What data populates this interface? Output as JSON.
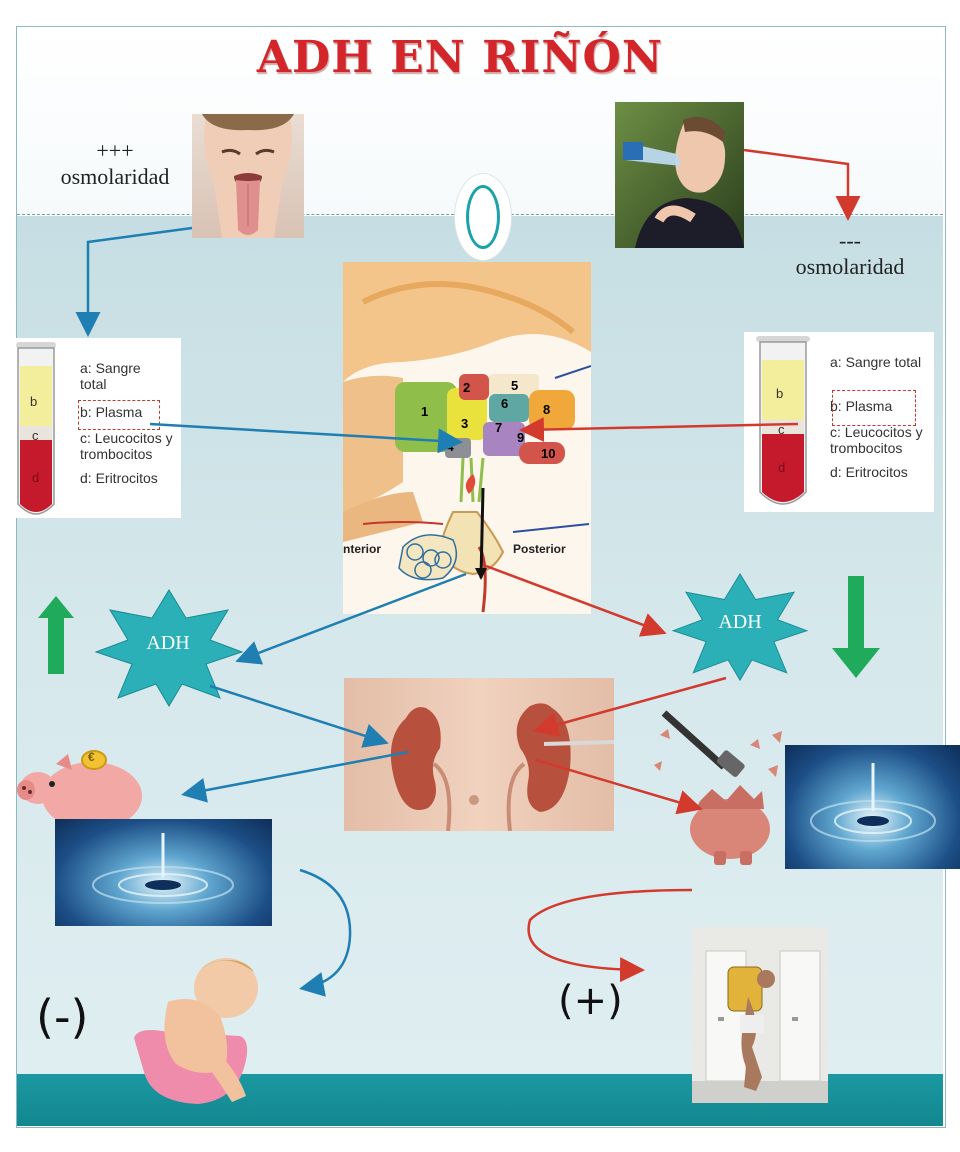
{
  "title": "ADH EN RIÑÓN",
  "left_top": {
    "level": "+++",
    "label": "osmolaridad"
  },
  "right_top": {
    "level": "---",
    "label": "osmolaridad"
  },
  "tube": {
    "items": [
      "a: Sangre total",
      "b: Plasma",
      "c: Leucocitos y trombocitos",
      "d: Eritrocitos"
    ],
    "layer_letters": [
      "b",
      "c",
      "d"
    ]
  },
  "brain": {
    "numbers": [
      "1",
      "2",
      "3",
      "4",
      "5",
      "6",
      "7",
      "8",
      "9",
      "10"
    ],
    "anterior_label": "nterior",
    "posterior_label": "Posterior"
  },
  "adh_left": "ADH",
  "adh_right": "ADH",
  "sign_left": "(-)",
  "sign_right": "(+)",
  "piggy_coin": "€",
  "colors": {
    "title": "#d2262b",
    "blue_arrow": "#1f7fb3",
    "red_arrow": "#d23a2e",
    "star": "#2bb0b8",
    "green_arrow": "#1faa5c"
  }
}
